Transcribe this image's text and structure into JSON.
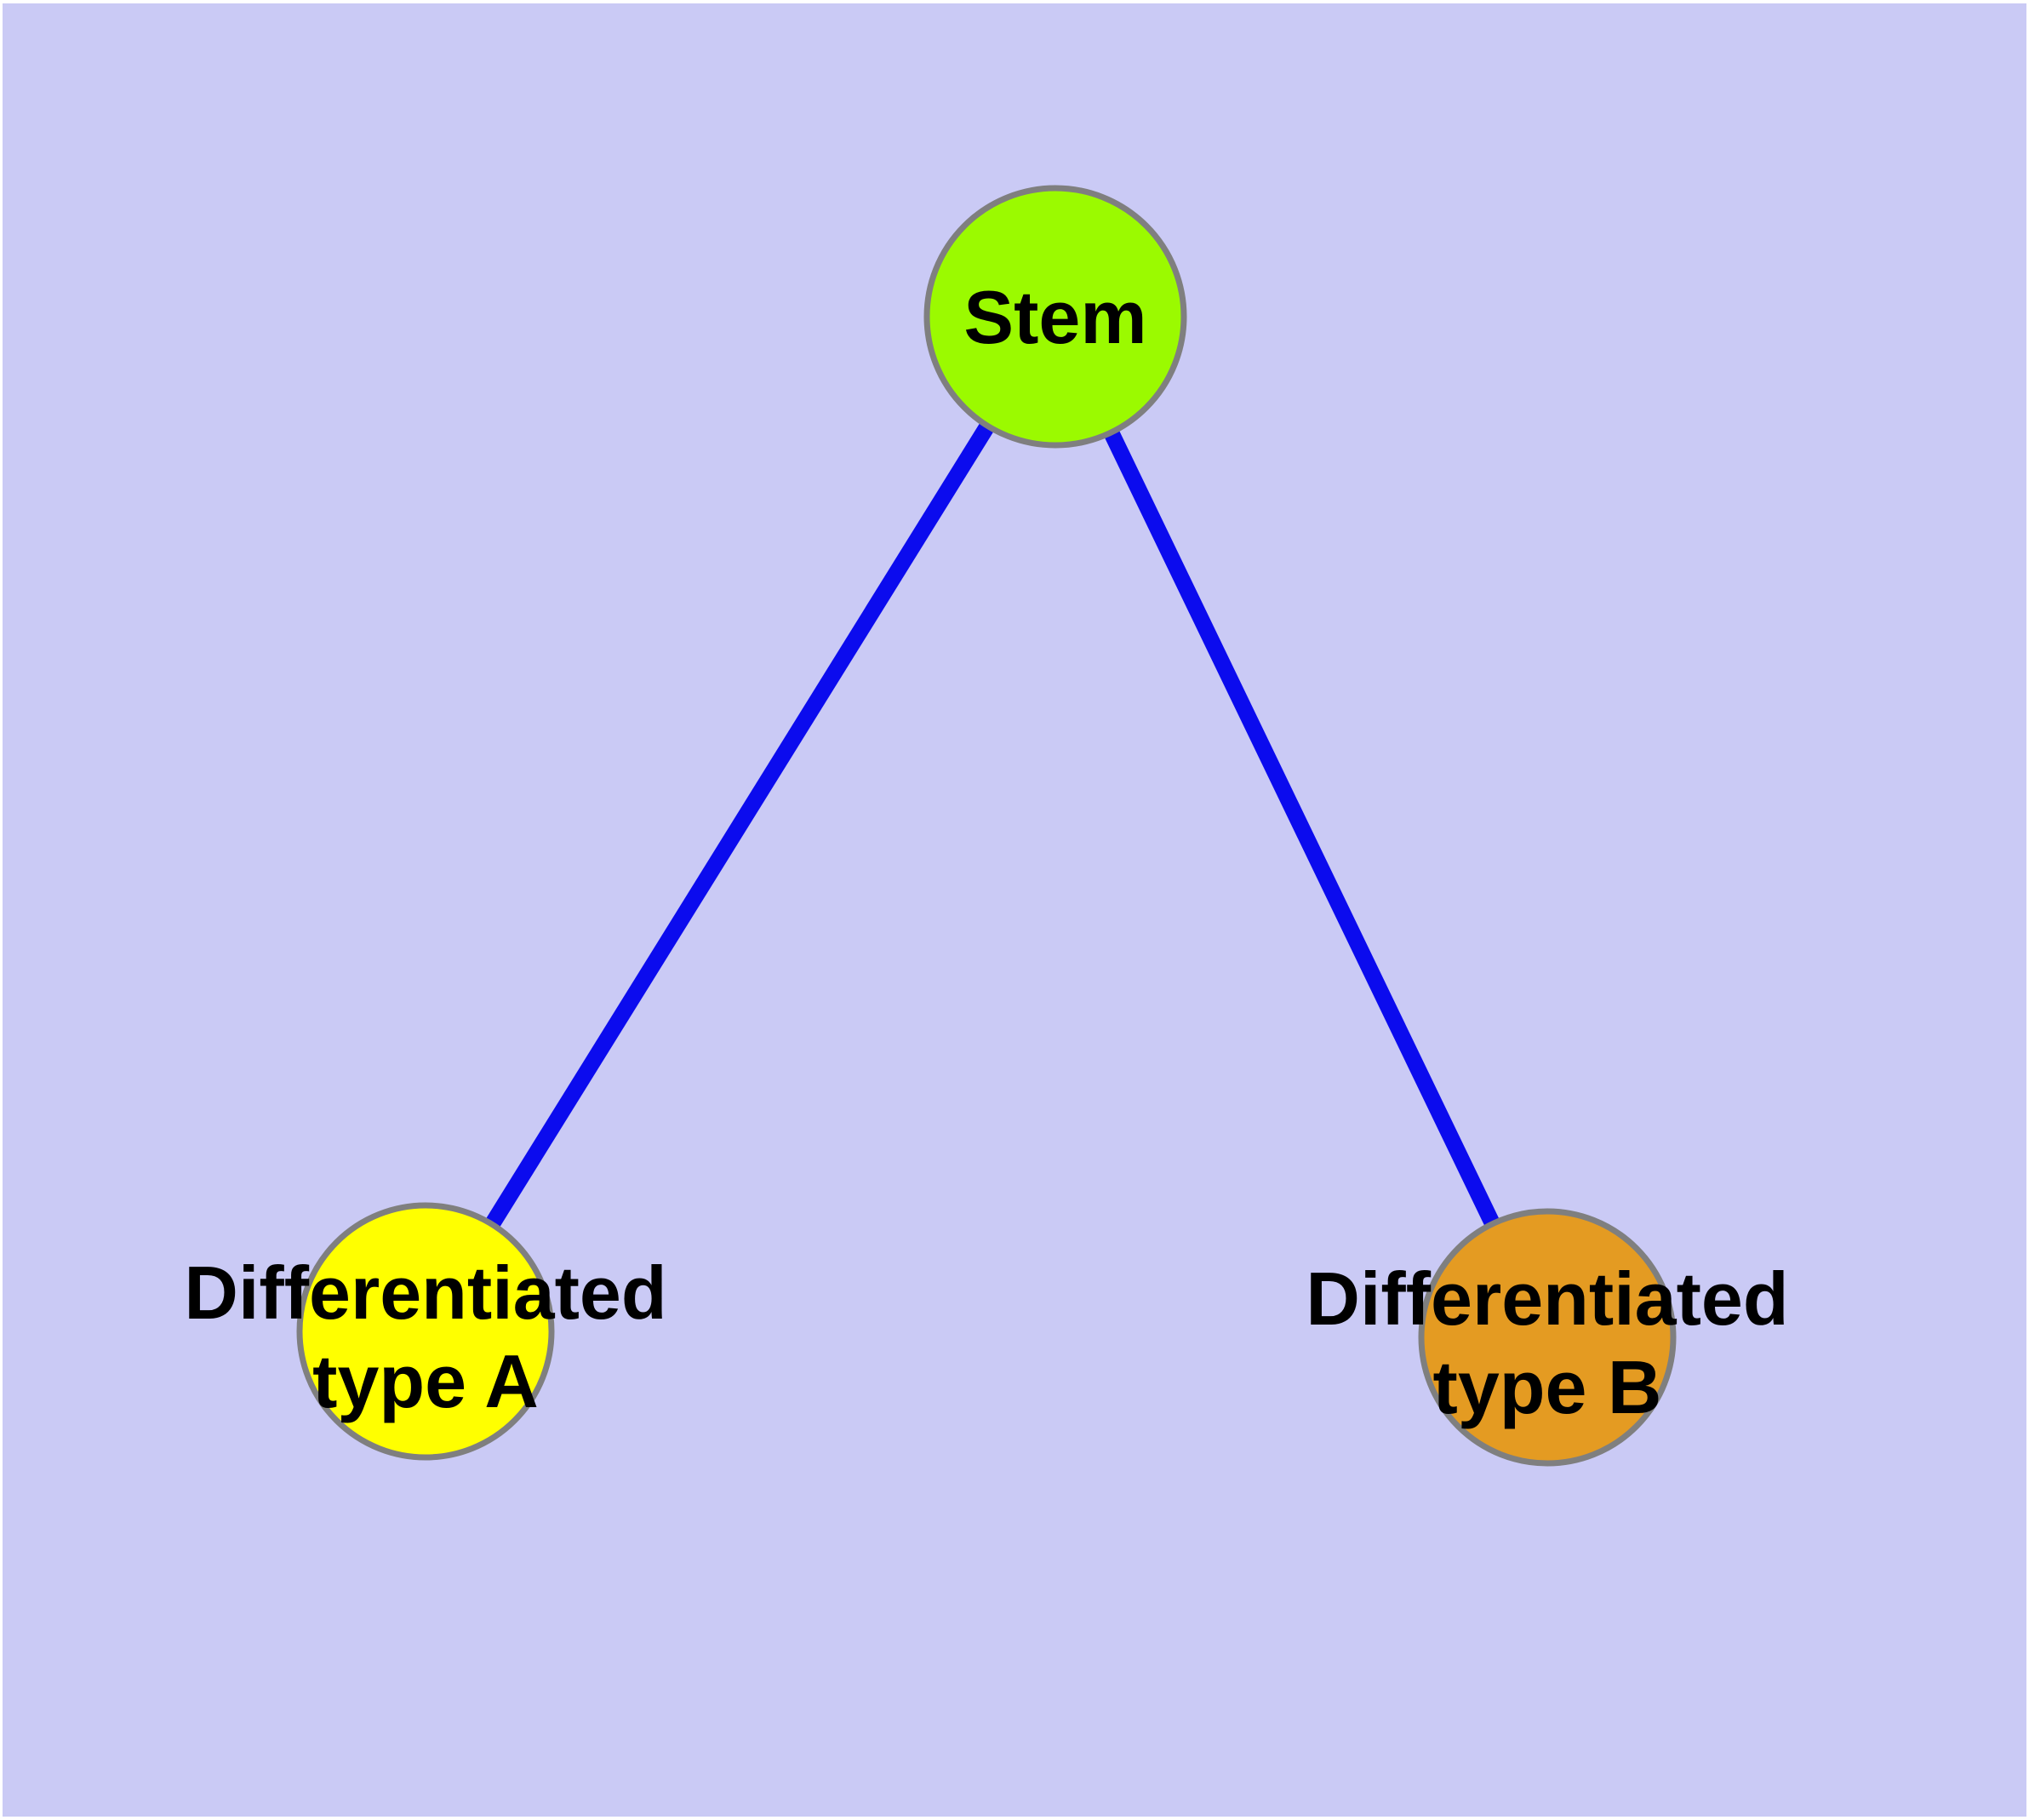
{
  "diagram": {
    "type": "node-link-graph",
    "description": "Cell differentiation lineage diagram: one stem node connected to two differentiated cell type nodes",
    "background_color": "#CACAF5",
    "frame_color": "#FFFFFF",
    "edge_color": "#0B0BEE",
    "node_border_color": "#7F7F7F",
    "label_color": "#000000",
    "nodes": [
      {
        "id": "stem",
        "label": "Stem",
        "label_lines": {
          "line1": "Stem"
        },
        "fill": "#9BFA00"
      },
      {
        "id": "differentiated-type-a",
        "label": "Differentiated type A",
        "label_lines": {
          "line1": "Differentiated",
          "line2": "type A"
        },
        "fill": "#FFFF00"
      },
      {
        "id": "differentiated-type-b",
        "label": "Differentiated type B",
        "label_lines": {
          "line1": "Differentiated",
          "line2": "type B"
        },
        "fill": "#E49B22"
      }
    ],
    "edges": [
      {
        "from": "Stem",
        "to": "Differentiated type A"
      },
      {
        "from": "Stem",
        "to": "Differentiated type B"
      }
    ]
  }
}
